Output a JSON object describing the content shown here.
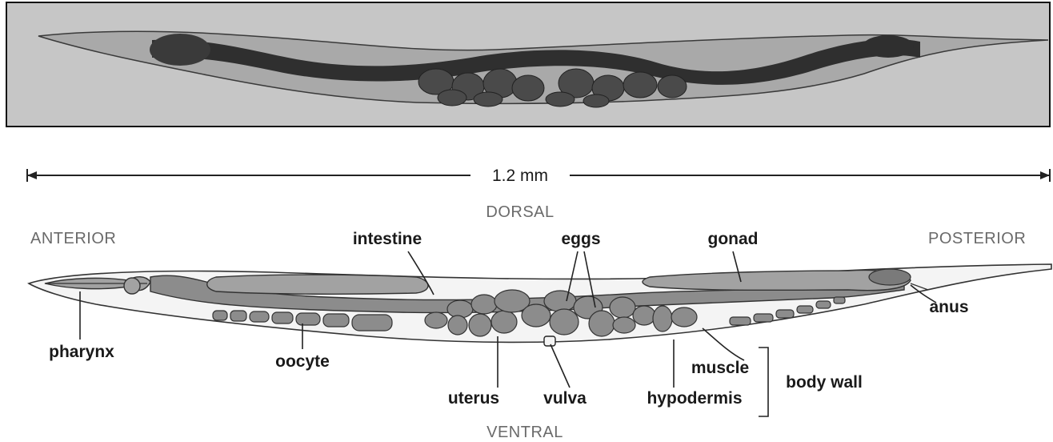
{
  "scale_bar": {
    "label": "1.2 mm"
  },
  "orientation": {
    "dorsal": "DORSAL",
    "ventral": "VENTRAL",
    "anterior": "ANTERIOR",
    "posterior": "POSTERIOR"
  },
  "labels": {
    "intestine": "intestine",
    "eggs": "eggs",
    "gonad": "gonad",
    "anus": "anus",
    "pharynx": "pharynx",
    "oocyte": "oocyte",
    "uterus": "uterus",
    "vulva": "vulva",
    "muscle": "muscle",
    "hypodermis": "hypodermis",
    "body_wall": "body wall"
  },
  "colors": {
    "photo_background": "#c4c4c4",
    "worm_dark": "#2e2e2e",
    "organ_gray": "#8c8c8c",
    "body_fill": "#f4f4f4"
  }
}
